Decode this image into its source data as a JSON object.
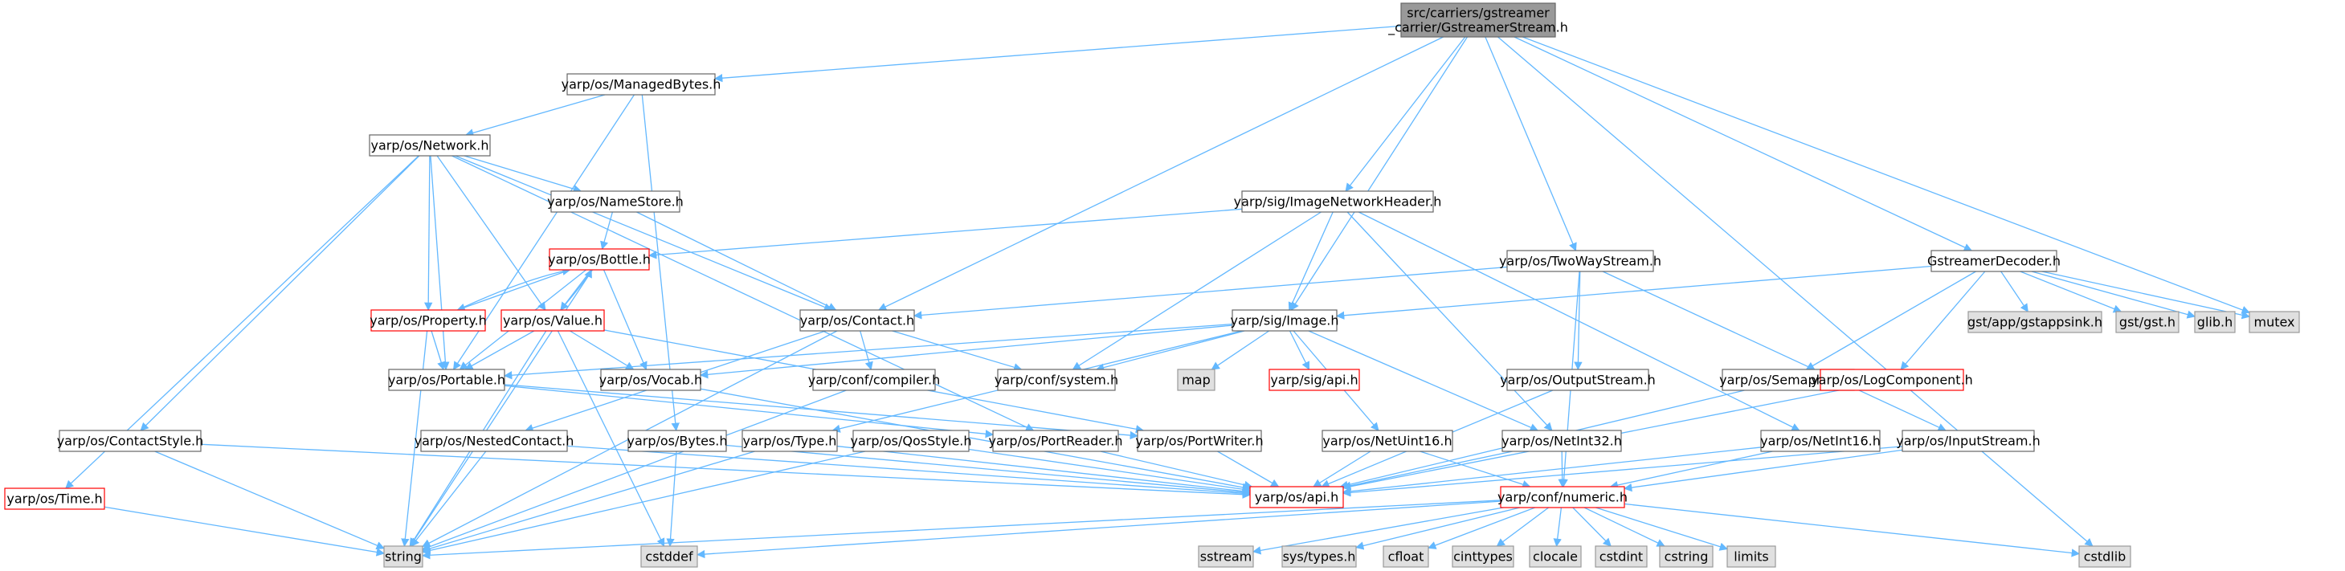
{
  "colors": {
    "edge": "#63b8ff",
    "node_fill": "#ffffff",
    "node_stroke": "#666666",
    "root_fill": "#999999",
    "root_stroke": "#666666",
    "system_fill": "#e0e0e0",
    "system_stroke": "#999999",
    "truncated_stroke": "#ff0000",
    "text": "#000000"
  },
  "nodes": [
    {
      "id": "root",
      "lines": [
        "src/carriers/gstreamer",
        "_carrier/GstreamerStream.h"
      ],
      "kind": "root"
    },
    {
      "id": "managedbytes",
      "lines": [
        "yarp/os/ManagedBytes.h"
      ],
      "kind": "normal"
    },
    {
      "id": "network",
      "lines": [
        "yarp/os/Network.h"
      ],
      "kind": "normal"
    },
    {
      "id": "namestore",
      "lines": [
        "yarp/os/NameStore.h"
      ],
      "kind": "normal"
    },
    {
      "id": "bottle",
      "lines": [
        "yarp/os/Bottle.h"
      ],
      "kind": "truncated"
    },
    {
      "id": "property",
      "lines": [
        "yarp/os/Property.h"
      ],
      "kind": "truncated"
    },
    {
      "id": "value",
      "lines": [
        "yarp/os/Value.h"
      ],
      "kind": "truncated"
    },
    {
      "id": "contact",
      "lines": [
        "yarp/os/Contact.h"
      ],
      "kind": "normal"
    },
    {
      "id": "imagenetworkheader",
      "lines": [
        "yarp/sig/ImageNetworkHeader.h"
      ],
      "kind": "normal"
    },
    {
      "id": "twowaystream",
      "lines": [
        "yarp/os/TwoWayStream.h"
      ],
      "kind": "normal"
    },
    {
      "id": "gstreamerdecoder",
      "lines": [
        "GstreamerDecoder.h"
      ],
      "kind": "normal"
    },
    {
      "id": "image",
      "lines": [
        "yarp/sig/Image.h"
      ],
      "kind": "normal"
    },
    {
      "id": "gstappsink",
      "lines": [
        "gst/app/gstappsink.h"
      ],
      "kind": "system"
    },
    {
      "id": "gst",
      "lines": [
        "gst/gst.h"
      ],
      "kind": "system"
    },
    {
      "id": "glib",
      "lines": [
        "glib.h"
      ],
      "kind": "system"
    },
    {
      "id": "mutex",
      "lines": [
        "mutex"
      ],
      "kind": "system"
    },
    {
      "id": "portable",
      "lines": [
        "yarp/os/Portable.h"
      ],
      "kind": "normal"
    },
    {
      "id": "vocab",
      "lines": [
        "yarp/os/Vocab.h"
      ],
      "kind": "normal"
    },
    {
      "id": "compiler",
      "lines": [
        "yarp/conf/compiler.h"
      ],
      "kind": "normal"
    },
    {
      "id": "system",
      "lines": [
        "yarp/conf/system.h"
      ],
      "kind": "normal"
    },
    {
      "id": "map",
      "lines": [
        "map"
      ],
      "kind": "system"
    },
    {
      "id": "sigapi",
      "lines": [
        "yarp/sig/api.h"
      ],
      "kind": "truncated"
    },
    {
      "id": "outputstream",
      "lines": [
        "yarp/os/OutputStream.h"
      ],
      "kind": "normal"
    },
    {
      "id": "semaphore",
      "lines": [
        "yarp/os/Semaphore.h"
      ],
      "kind": "normal"
    },
    {
      "id": "logcomponent",
      "lines": [
        "yarp/os/LogComponent.h"
      ],
      "kind": "truncated"
    },
    {
      "id": "contactstyle",
      "lines": [
        "yarp/os/ContactStyle.h"
      ],
      "kind": "normal"
    },
    {
      "id": "nestedcontact",
      "lines": [
        "yarp/os/NestedContact.h"
      ],
      "kind": "normal"
    },
    {
      "id": "bytes",
      "lines": [
        "yarp/os/Bytes.h"
      ],
      "kind": "normal"
    },
    {
      "id": "type",
      "lines": [
        "yarp/os/Type.h"
      ],
      "kind": "normal"
    },
    {
      "id": "qosstyle",
      "lines": [
        "yarp/os/QosStyle.h"
      ],
      "kind": "normal"
    },
    {
      "id": "portreader",
      "lines": [
        "yarp/os/PortReader.h"
      ],
      "kind": "normal"
    },
    {
      "id": "portwriter",
      "lines": [
        "yarp/os/PortWriter.h"
      ],
      "kind": "normal"
    },
    {
      "id": "netuint16",
      "lines": [
        "yarp/os/NetUint16.h"
      ],
      "kind": "normal"
    },
    {
      "id": "netint32",
      "lines": [
        "yarp/os/NetInt32.h"
      ],
      "kind": "normal"
    },
    {
      "id": "netint16",
      "lines": [
        "yarp/os/NetInt16.h"
      ],
      "kind": "normal"
    },
    {
      "id": "inputstream",
      "lines": [
        "yarp/os/InputStream.h"
      ],
      "kind": "normal"
    },
    {
      "id": "time",
      "lines": [
        "yarp/os/Time.h"
      ],
      "kind": "truncated"
    },
    {
      "id": "osapi",
      "lines": [
        "yarp/os/api.h"
      ],
      "kind": "truncated"
    },
    {
      "id": "numeric",
      "lines": [
        "yarp/conf/numeric.h"
      ],
      "kind": "truncated"
    },
    {
      "id": "string",
      "lines": [
        "string"
      ],
      "kind": "system"
    },
    {
      "id": "cstddef",
      "lines": [
        "cstddef"
      ],
      "kind": "system"
    },
    {
      "id": "sstream",
      "lines": [
        "sstream"
      ],
      "kind": "system"
    },
    {
      "id": "systypes",
      "lines": [
        "sys/types.h"
      ],
      "kind": "system"
    },
    {
      "id": "cfloat",
      "lines": [
        "cfloat"
      ],
      "kind": "system"
    },
    {
      "id": "cinttypes",
      "lines": [
        "cinttypes"
      ],
      "kind": "system"
    },
    {
      "id": "clocale",
      "lines": [
        "clocale"
      ],
      "kind": "system"
    },
    {
      "id": "cstdint",
      "lines": [
        "cstdint"
      ],
      "kind": "system"
    },
    {
      "id": "cstring",
      "lines": [
        "cstring"
      ],
      "kind": "system"
    },
    {
      "id": "limits",
      "lines": [
        "limits"
      ],
      "kind": "system"
    },
    {
      "id": "cstdlib",
      "lines": [
        "cstdlib"
      ],
      "kind": "system"
    }
  ],
  "edges": [
    [
      "root",
      "managedbytes"
    ],
    [
      "root",
      "contact"
    ],
    [
      "root",
      "imagenetworkheader"
    ],
    [
      "root",
      "image"
    ],
    [
      "root",
      "twowaystream"
    ],
    [
      "root",
      "gstreamerdecoder"
    ],
    [
      "root",
      "mutex"
    ],
    [
      "root",
      "cstdlib"
    ],
    [
      "managedbytes",
      "network"
    ],
    [
      "managedbytes",
      "portable"
    ],
    [
      "managedbytes",
      "bytes"
    ],
    [
      "network",
      "namestore"
    ],
    [
      "network",
      "contact"
    ],
    [
      "network",
      "property"
    ],
    [
      "network",
      "value"
    ],
    [
      "network",
      "portable"
    ],
    [
      "network",
      "contactstyle"
    ],
    [
      "network",
      "time"
    ],
    [
      "network",
      "portreader"
    ],
    [
      "namestore",
      "bottle"
    ],
    [
      "namestore",
      "contact"
    ],
    [
      "bottle",
      "property"
    ],
    [
      "bottle",
      "value"
    ],
    [
      "bottle",
      "portable"
    ],
    [
      "bottle",
      "vocab"
    ],
    [
      "bottle",
      "string"
    ],
    [
      "property",
      "bottle"
    ],
    [
      "property",
      "portable"
    ],
    [
      "property",
      "string"
    ],
    [
      "value",
      "bottle"
    ],
    [
      "value",
      "portable"
    ],
    [
      "value",
      "vocab"
    ],
    [
      "value",
      "string"
    ],
    [
      "value",
      "cstddef"
    ],
    [
      "value",
      "portwriter"
    ],
    [
      "contact",
      "nestedcontact"
    ],
    [
      "contact",
      "compiler"
    ],
    [
      "contact",
      "system"
    ],
    [
      "contact",
      "string"
    ],
    [
      "imagenetworkheader",
      "bottle"
    ],
    [
      "imagenetworkheader",
      "image"
    ],
    [
      "imagenetworkheader",
      "system"
    ],
    [
      "imagenetworkheader",
      "netint32"
    ],
    [
      "imagenetworkheader",
      "netint16"
    ],
    [
      "twowaystream",
      "contact"
    ],
    [
      "twowaystream",
      "outputstream"
    ],
    [
      "twowaystream",
      "inputstream"
    ],
    [
      "twowaystream",
      "numeric"
    ],
    [
      "gstreamerdecoder",
      "image"
    ],
    [
      "gstreamerdecoder",
      "gstappsink"
    ],
    [
      "gstreamerdecoder",
      "gst"
    ],
    [
      "gstreamerdecoder",
      "glib"
    ],
    [
      "gstreamerdecoder",
      "mutex"
    ],
    [
      "gstreamerdecoder",
      "semaphore"
    ],
    [
      "gstreamerdecoder",
      "logcomponent"
    ],
    [
      "image",
      "portable"
    ],
    [
      "image",
      "vocab"
    ],
    [
      "image",
      "system"
    ],
    [
      "image",
      "map"
    ],
    [
      "image",
      "sigapi"
    ],
    [
      "image",
      "netuint16"
    ],
    [
      "image",
      "netint32"
    ],
    [
      "image",
      "type"
    ],
    [
      "portable",
      "portreader"
    ],
    [
      "portable",
      "portwriter"
    ],
    [
      "vocab",
      "osapi"
    ],
    [
      "compiler",
      "string"
    ],
    [
      "outputstream",
      "osapi"
    ],
    [
      "semaphore",
      "osapi"
    ],
    [
      "logcomponent",
      "osapi"
    ],
    [
      "contactstyle",
      "osapi"
    ],
    [
      "contactstyle",
      "string"
    ],
    [
      "nestedcontact",
      "osapi"
    ],
    [
      "nestedcontact",
      "string"
    ],
    [
      "bytes",
      "osapi"
    ],
    [
      "bytes",
      "cstddef"
    ],
    [
      "type",
      "osapi"
    ],
    [
      "type",
      "string"
    ],
    [
      "qosstyle",
      "osapi"
    ],
    [
      "qosstyle",
      "string"
    ],
    [
      "portreader",
      "osapi"
    ],
    [
      "portwriter",
      "osapi"
    ],
    [
      "netuint16",
      "osapi"
    ],
    [
      "netuint16",
      "numeric"
    ],
    [
      "netint32",
      "osapi"
    ],
    [
      "netint32",
      "numeric"
    ],
    [
      "netint16",
      "osapi"
    ],
    [
      "netint16",
      "numeric"
    ],
    [
      "inputstream",
      "osapi"
    ],
    [
      "inputstream",
      "numeric"
    ],
    [
      "time",
      "string"
    ],
    [
      "numeric",
      "string"
    ],
    [
      "numeric",
      "cstddef"
    ],
    [
      "numeric",
      "sstream"
    ],
    [
      "numeric",
      "systypes"
    ],
    [
      "numeric",
      "cfloat"
    ],
    [
      "numeric",
      "cinttypes"
    ],
    [
      "numeric",
      "clocale"
    ],
    [
      "numeric",
      "cstdint"
    ],
    [
      "numeric",
      "cstring"
    ],
    [
      "numeric",
      "limits"
    ],
    [
      "numeric",
      "cstdlib"
    ]
  ]
}
